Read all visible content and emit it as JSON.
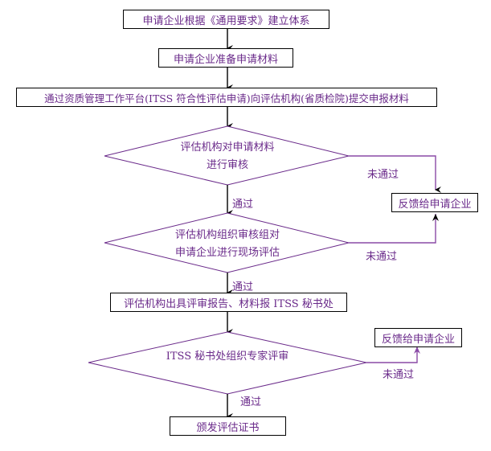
{
  "flowchart": {
    "steps": {
      "establish_system": "申请企业根据《通用要求》建立体系",
      "prepare_materials": "申请企业准备申请材料",
      "submit_materials": "通过资质管理工作平台(ITSS 符合性评估申请)向评估机构(省质检院)提交申报材料",
      "report_to_secretariat": "评估机构出具评审报告、材料报 ITSS 秘书处",
      "issue_certificate": "颁发评估证书"
    },
    "decisions": {
      "material_review": [
        "评估机构对申请材料",
        "进行审核"
      ],
      "onsite_assessment": [
        "评估机构组织审核组对",
        "申请企业进行现场评估"
      ],
      "expert_review": [
        "ITSS 秘书处组织专家评审"
      ]
    },
    "feedback_boxes": {
      "feedback_1": "反馈给申请企业",
      "feedback_2": "反馈给申请企业"
    },
    "edge_labels": {
      "pass": "通过",
      "fail": "未通过"
    },
    "colors": {
      "text": "#6a2a8a",
      "fail_line": "#8a4aa6",
      "border": "#000000"
    }
  }
}
